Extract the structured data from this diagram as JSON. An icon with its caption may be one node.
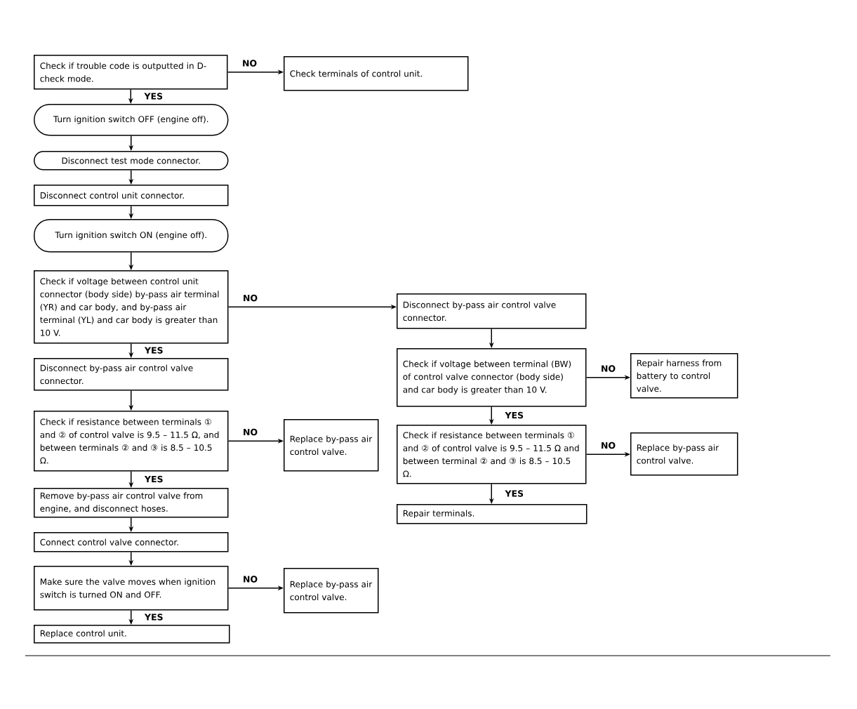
{
  "diagram": {
    "nodes": [
      {
        "text": [
          "Check if trouble code is outputted in D-check mode."
        ]
      },
      {
        "text": [
          "Check terminals of control unit."
        ]
      },
      {
        "text": [
          "Turn ignition switch OFF (engine off)."
        ]
      },
      {
        "text": [
          "Disconnect test mode connector."
        ]
      },
      {
        "text": [
          "Disconnect control unit connector."
        ]
      },
      {
        "text": [
          "Turn ignition switch ON (engine off)."
        ]
      },
      {
        "text": [
          "Check if voltage between control unit connector (body side) by-pass air terminal (YR) and car body, and by-pass air terminal (YL) and car body is greater than 10 V."
        ]
      },
      {
        "text": [
          "Disconnect by-pass air control valve connector."
        ]
      },
      {
        "text": [
          "Check if resistance between terminals ① and ② of control valve is 9.5 – 11.5 Ω, and between terminals ② and ③ is 8.5 – 10.5 Ω."
        ]
      },
      {
        "text": [
          "Replace by-pass air control valve."
        ]
      },
      {
        "text": [
          "Remove by-pass air control valve from engine, and disconnect hoses."
        ]
      },
      {
        "text": [
          "Connect control valve connector."
        ]
      },
      {
        "text": [
          "Make sure the valve moves when ignition switch is turned ON and OFF."
        ]
      },
      {
        "text": [
          "Replace by-pass air control valve."
        ]
      },
      {
        "text": [
          "Replace control unit."
        ]
      },
      {
        "text": [
          "Disconnect by-pass air control valve connector."
        ]
      },
      {
        "text": [
          "Check if voltage between terminal (BW) of control valve connector (body side) and car body is greater than 10 V."
        ]
      },
      {
        "text": [
          "Repair harness from battery to control valve."
        ]
      },
      {
        "text": [
          "Check if resistance between terminals ① and ② of control valve is 9.5 – 11.5 Ω and between terminal ② and ③ is 8.5 – 10.5 Ω."
        ]
      },
      {
        "text": [
          "Replace by-pass air control valve."
        ]
      },
      {
        "text": [
          "Repair terminals."
        ]
      }
    ],
    "edges": [
      {
        "from": 0,
        "to": 1,
        "arrow": "to",
        "label": "NO"
      },
      {
        "from": 0,
        "to": 2,
        "arrow": "to",
        "label": "YES"
      },
      {
        "from": 2,
        "to": 3,
        "arrow": "to"
      },
      {
        "from": 3,
        "to": 4,
        "arrow": "to"
      },
      {
        "from": 4,
        "to": 5,
        "arrow": "to"
      },
      {
        "from": 5,
        "to": 6,
        "arrow": "to"
      },
      {
        "from": 6,
        "to": 15,
        "arrow": "to",
        "label": "NO"
      },
      {
        "from": 6,
        "to": 7,
        "arrow": "to",
        "label": "YES"
      },
      {
        "from": 7,
        "to": 8,
        "arrow": "to"
      },
      {
        "from": 8,
        "to": 9,
        "arrow": "to",
        "label": "NO"
      },
      {
        "from": 8,
        "to": 10,
        "arrow": "to",
        "label": "YES"
      },
      {
        "from": 10,
        "to": 11,
        "arrow": "to"
      },
      {
        "from": 11,
        "to": 12,
        "arrow": "to"
      },
      {
        "from": 12,
        "to": 13,
        "arrow": "to",
        "label": "NO"
      },
      {
        "from": 12,
        "to": 14,
        "arrow": "to",
        "label": "YES"
      },
      {
        "from": 15,
        "to": 16,
        "arrow": "to"
      },
      {
        "from": 16,
        "to": 17,
        "arrow": "to",
        "label": "NO"
      },
      {
        "from": 16,
        "to": 18,
        "arrow": "to",
        "label": "YES"
      },
      {
        "from": 18,
        "to": 19,
        "arrow": "to",
        "label": "NO"
      },
      {
        "from": 18,
        "to": 20,
        "arrow": "to",
        "label": "YES"
      }
    ]
  }
}
